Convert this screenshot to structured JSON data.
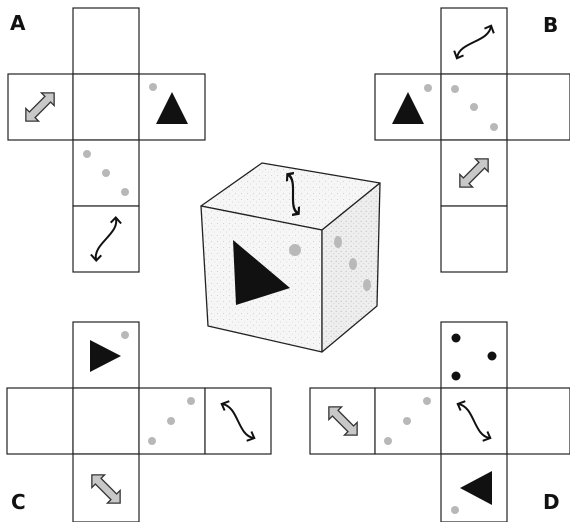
{
  "labels": {
    "a": "A",
    "b": "B",
    "c": "C",
    "d": "D"
  },
  "colors": {
    "line": "#222222",
    "triangle": "#111111",
    "dot_grey": "#b8b8b8",
    "dot_black": "#111111",
    "arrow_fill": "#c8c8c8",
    "shadow": "#6f6f6f",
    "cube_face": "#f4f4f4"
  },
  "icons": {
    "triangle": "filled-triangle-icon",
    "double_arrow": "double-headed-arrow-icon",
    "curved_arrow": "s-curved-arrow-icon",
    "dots": "dots-icon"
  }
}
